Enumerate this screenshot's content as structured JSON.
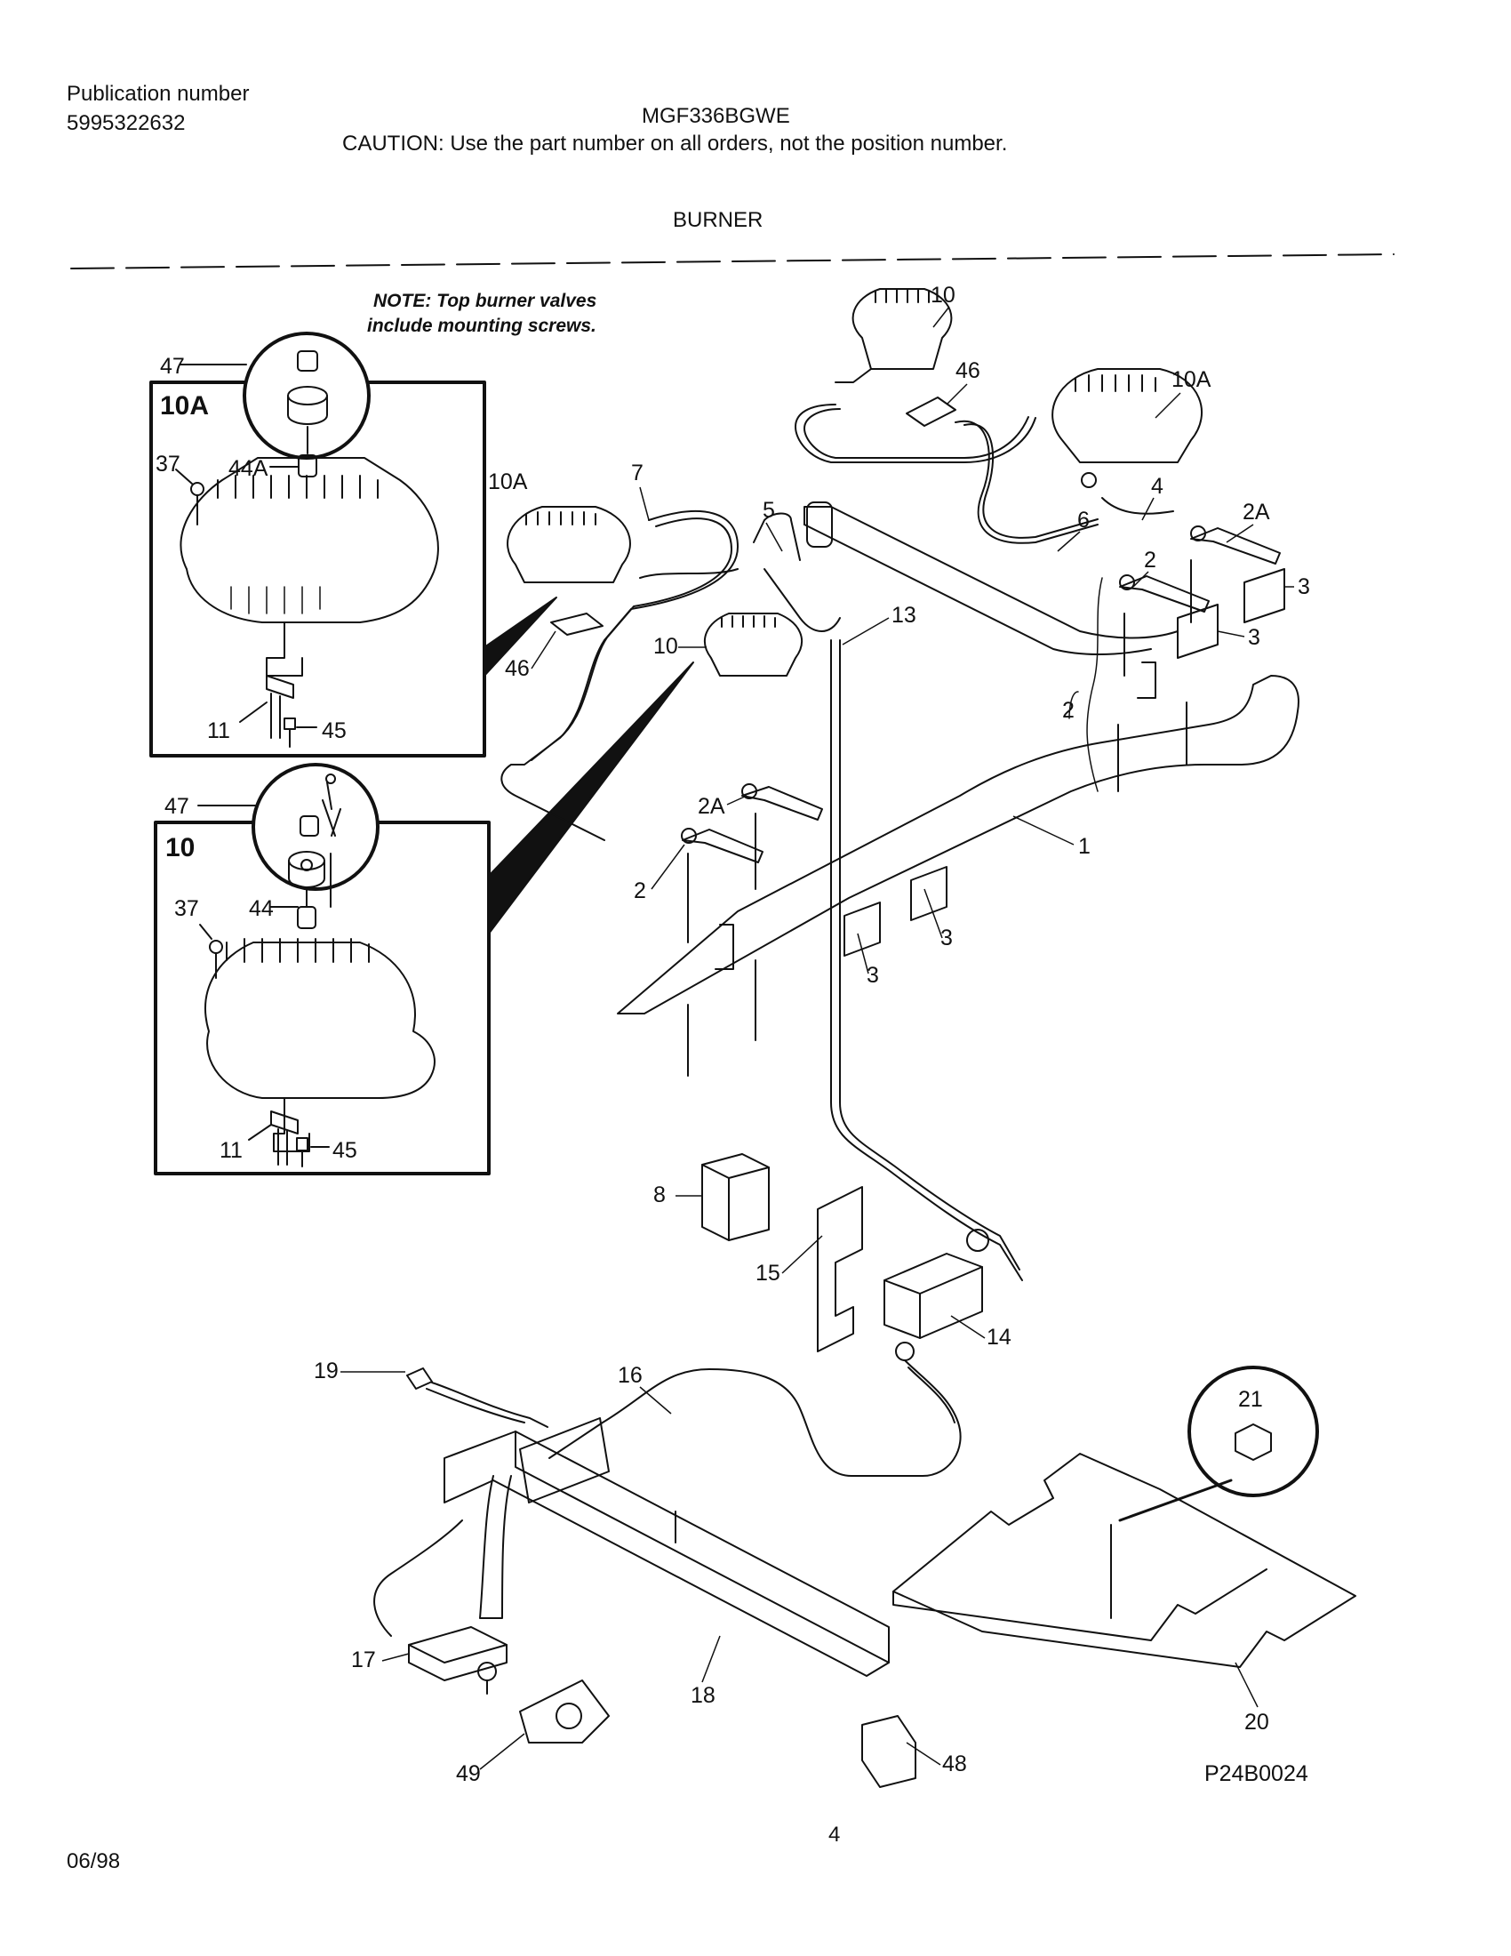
{
  "header": {
    "publication_label": "Publication number",
    "publication_number": "5995322632",
    "model": "MGF336BGWE",
    "caution": "CAUTION:  Use the part number on all orders, not the position number."
  },
  "section_title": "BURNER",
  "note": {
    "line1": "NOTE: Top burner valves",
    "line2": "include mounting screws."
  },
  "inset_10A": {
    "title": "10A",
    "labels": {
      "p47": "47",
      "p37": "37",
      "p44A": "44A",
      "p11": "11",
      "p45": "45"
    }
  },
  "inset_10": {
    "title": "10",
    "labels": {
      "p47": "47",
      "p37": "37",
      "p44": "44",
      "p11": "11",
      "p45": "45"
    }
  },
  "callouts": {
    "c10_top": "10",
    "c46_top": "46",
    "c10A_right": "10A",
    "c4": "4",
    "c2A_right": "2A",
    "c3_a": "3",
    "c2_right": "2",
    "c6": "6",
    "c3_b": "3",
    "c2_brace": "2",
    "c10A_left": "10A",
    "c7": "7",
    "c5": "5",
    "c13": "13",
    "c10_mid": "10",
    "c46_left": "46",
    "c2A_mid": "2A",
    "c2_mid": "2",
    "c1": "1",
    "c3_c": "3",
    "c3_d": "3",
    "c8": "8",
    "c15": "15",
    "c14": "14",
    "c19": "19",
    "c16": "16",
    "c21": "21",
    "c17": "17",
    "c18": "18",
    "c20": "20",
    "c49": "49",
    "c48": "48"
  },
  "figure_code": "P24B0024",
  "footer": {
    "date": "06/98",
    "page": "4"
  }
}
